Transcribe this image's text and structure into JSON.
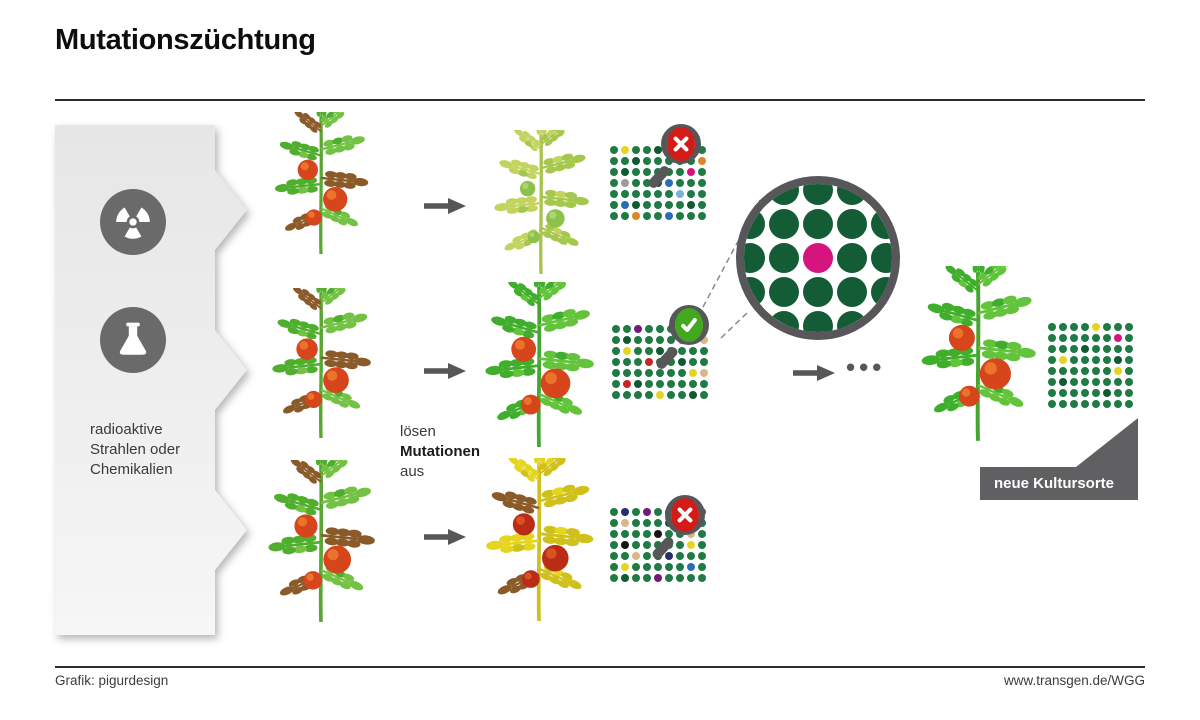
{
  "title": "Mutationszüchtung",
  "cause_panel": {
    "icons": [
      "radiation-icon",
      "flask-icon"
    ],
    "label_lines": [
      "radioaktive",
      "Strahlen oder",
      "Chemikalien"
    ]
  },
  "process_label": {
    "pre": "lösen",
    "emph": "Mutationen",
    "post": "aus"
  },
  "result_label": "neue Kultursorte",
  "ellipsis": "•••",
  "footer": {
    "credit": "Grafik: pigurdesign",
    "url": "www.transgen.de/WGG"
  },
  "branches": [
    {
      "result": "rejected"
    },
    {
      "result": "selected"
    },
    {
      "result": "rejected"
    }
  ],
  "results": {
    "rejected": {
      "color": "#d31b17",
      "mark": "x"
    },
    "selected": {
      "color": "#43a81f",
      "mark": "check"
    }
  },
  "dot_palette": {
    "g": "#1f7a44",
    "d": "#0e5b31",
    "y": "#e5d522",
    "b": "#2a6db2",
    "n": "#232e6b",
    "m": "#d6147e",
    "o": "#dd8628",
    "p": "#73197a",
    "r": "#c92525",
    "e": "#d9b68c",
    "a": "#9c9c9c",
    "c": "#79b2d6",
    "k": "#161616"
  },
  "grids": {
    "top": [
      "gyggdgygg",
      "ggdgggggo",
      "gdgggggmg",
      "gaggdbggg",
      "ggggggcgg",
      "gbdggggdg",
      "ggoggbggg"
    ],
    "middle": [
      "ggpgggygg",
      "gdgggggge",
      "gyggdgggg",
      "gggrggdgg",
      "gggggggye",
      "grdgggggg",
      "ggggyggdg"
    ],
    "bottom": [
      "gngpggggg",
      "gegggdggg",
      "ggggkggeg",
      "gkgggggyg",
      "ggegdnggg",
      "gygggggbg",
      "gdggpgggg"
    ],
    "final": [
      "ggggyggg",
      "ggggggmg",
      "gggdgggg",
      "gyggggdg",
      "ggggggyg",
      "gdgggggg",
      "gggggdgg",
      "gggggggg"
    ]
  },
  "zoom_circle": {
    "dot_color": "#135c36",
    "center_color": "#d6147e"
  },
  "plants": {
    "damaged": {
      "stem": "#5aa534",
      "leaf_a": "#4fae2e",
      "leaf_b": "#74c243",
      "brown": "#8a5a28",
      "brown_fronds": [
        2,
        5,
        8
      ],
      "fruit": "#d6451c",
      "fruit_hi": "#ef8030",
      "fruit_scale": 1
    },
    "pale": {
      "stem": "#a9c24e",
      "leaf_a": "#c2d45e",
      "leaf_b": "#a5c84c",
      "brown": "#c2d45e",
      "brown_fronds": [],
      "fruit": "#8cc14c",
      "fruit_hi": "#b8d878",
      "fruit_scale": 0.75
    },
    "healthy": {
      "stem": "#45a52e",
      "leaf_a": "#3fae2a",
      "leaf_b": "#63c43c",
      "brown": "#3fae2a",
      "brown_fronds": [],
      "fruit": "#d6451c",
      "fruit_hi": "#ef8030",
      "fruit_scale": 1.05
    },
    "yellow": {
      "stem": "#cfc020",
      "leaf_a": "#e6d51f",
      "leaf_b": "#d0c11a",
      "brown": "#8a5a28",
      "brown_fronds": [
        4,
        8
      ],
      "fruit": "#bb2c16",
      "fruit_hi": "#e05c28",
      "fruit_scale": 0.95
    }
  }
}
